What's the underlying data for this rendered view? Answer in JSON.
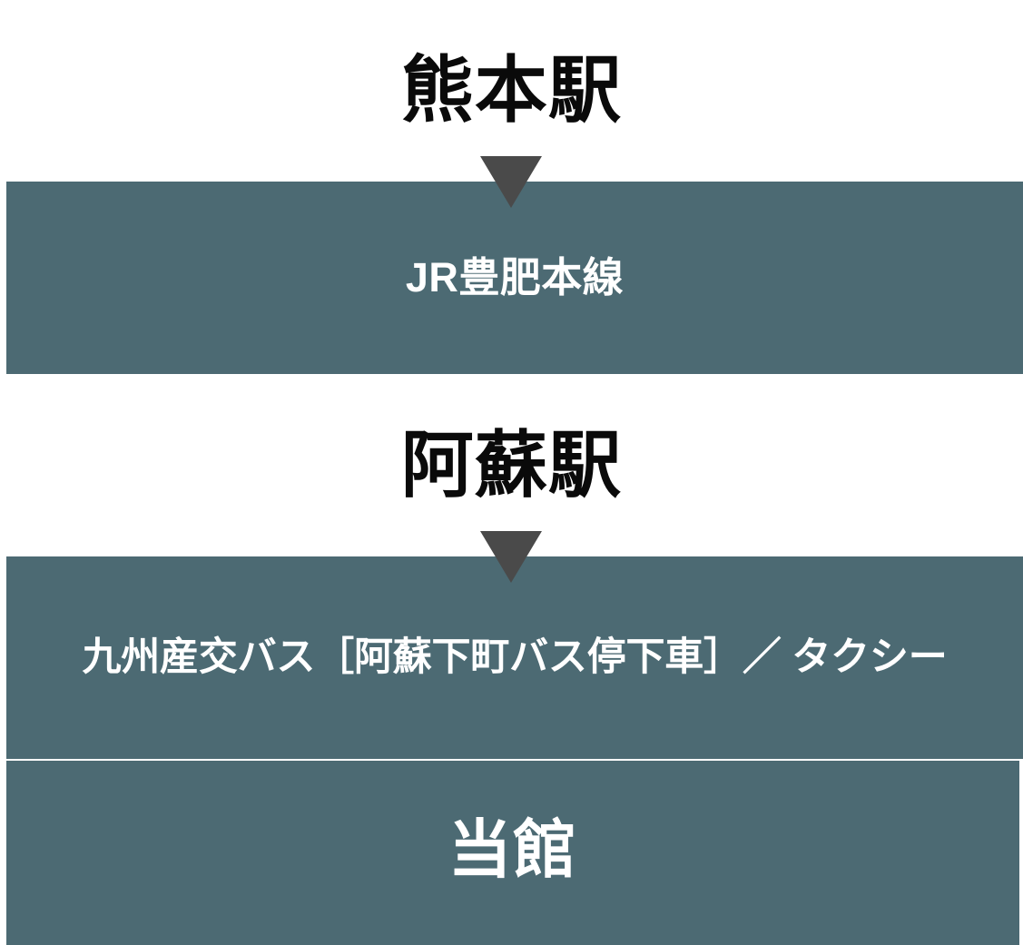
{
  "diagram": {
    "title_semantics": "access-route",
    "colors": {
      "band_accent": "#4c6a73",
      "arrow": "#4a4a4a",
      "text_on_light": "#0a0a0a",
      "text_on_accent": "#ffffff",
      "background": "#ffffff"
    },
    "steps": [
      {
        "kind": "station",
        "label": "熊本駅"
      },
      {
        "kind": "leg",
        "label": "JR豊肥本線"
      },
      {
        "kind": "station",
        "label": "阿蘇駅"
      },
      {
        "kind": "leg",
        "label": "九州産交バス［阿蘇下町バス停下車］／ タクシー"
      },
      {
        "kind": "destination",
        "label": "当館"
      }
    ],
    "arrows": [
      {
        "name": "arrow-origin-to-transfer",
        "glyph": "▼"
      },
      {
        "name": "arrow-transfer-to-destination",
        "glyph": "▼"
      }
    ]
  }
}
